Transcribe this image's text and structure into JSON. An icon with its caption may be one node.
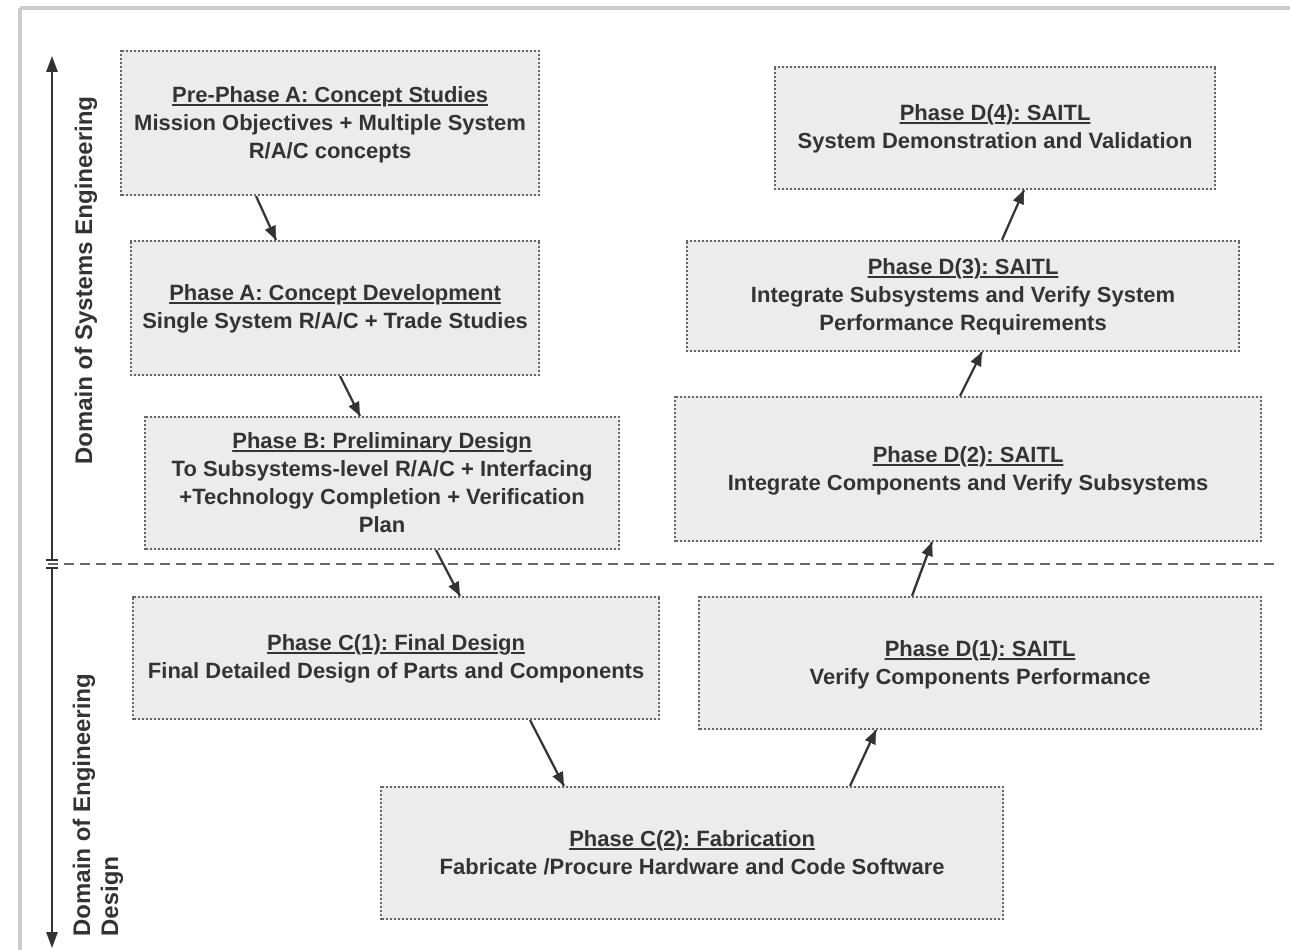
{
  "diagram": {
    "nodes": [
      {
        "text": [
          "Pre-Phase A: Concept Studies",
          "Mission Objectives + Multiple System R/A/C concepts"
        ]
      },
      {
        "text": [
          "Phase A: Concept Development",
          "Single System R/A/C + Trade Studies"
        ]
      },
      {
        "text": [
          "Phase B: Preliminary Design",
          "To Subsystems-level R/A/C + Interfacing +Technology Completion + Verification Plan"
        ]
      },
      {
        "text": [
          "Phase C(1): Final Design",
          "Final Detailed Design of Parts and Components"
        ]
      },
      {
        "text": [
          "Phase C(2): Fabrication",
          "Fabricate /Procure Hardware and  Code Software"
        ]
      },
      {
        "text": [
          "Phase D(1): SAITL",
          "Verify Components Performance"
        ]
      },
      {
        "text": [
          "Phase D(2): SAITL",
          "Integrate Components and Verify Subsystems"
        ]
      },
      {
        "text": [
          "Phase D(3): SAITL",
          "Integrate Subsystems and Verify System Performance Requirements"
        ]
      },
      {
        "text": [
          "Phase D(4): SAITL",
          "System Demonstration and Validation"
        ]
      }
    ],
    "edges": [
      {
        "from": 0,
        "to": 1,
        "arrow": "to"
      },
      {
        "from": 1,
        "to": 2,
        "arrow": "to"
      },
      {
        "from": 2,
        "to": 3,
        "arrow": "to"
      },
      {
        "from": 3,
        "to": 4,
        "arrow": "to"
      },
      {
        "from": 4,
        "to": 5,
        "arrow": "to"
      },
      {
        "from": 5,
        "to": 6,
        "arrow": "to"
      },
      {
        "from": 6,
        "to": 7,
        "arrow": "to"
      },
      {
        "from": 7,
        "to": 8,
        "arrow": "to"
      }
    ],
    "labels": [
      "Domain of Systems Engineering",
      "Domain of Engineering Design"
    ]
  }
}
